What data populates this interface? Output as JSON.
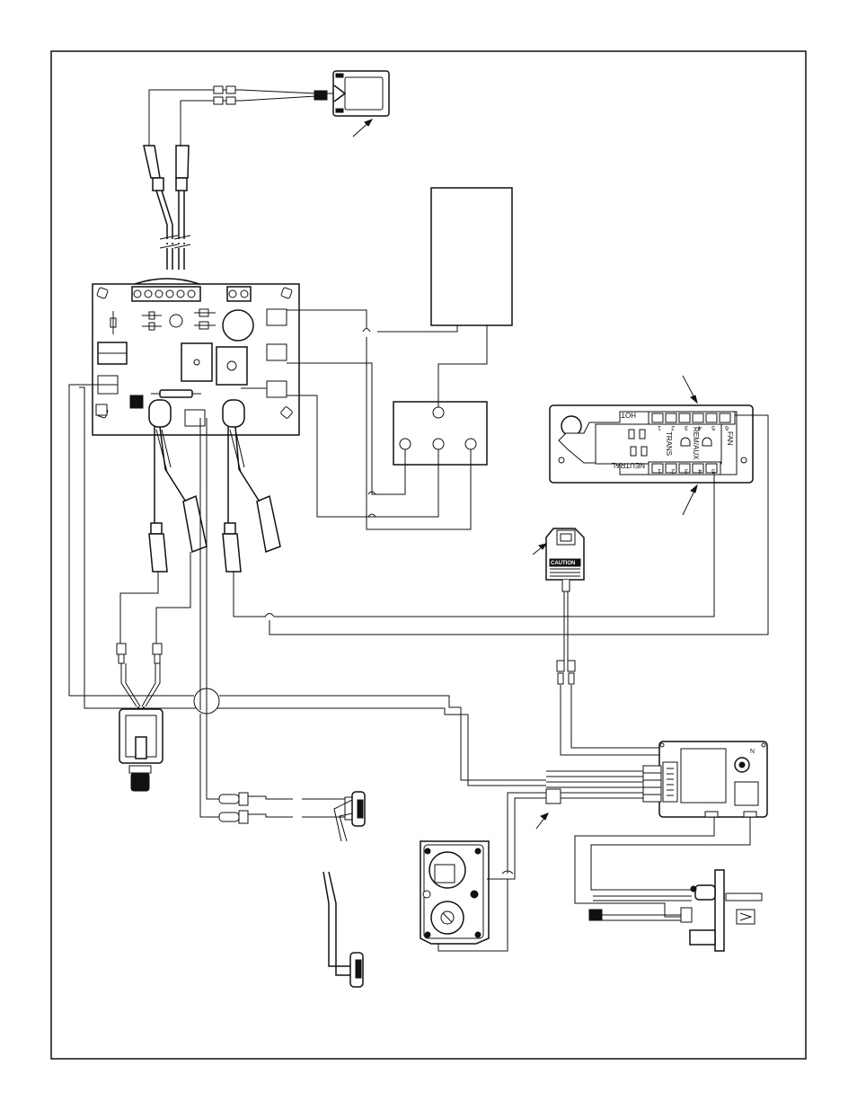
{
  "receptacle": {
    "hot_label": "HOT",
    "neutral_label": "NEUTRAL",
    "hot_terminals": [
      "1",
      "2",
      "3",
      "4",
      "5",
      "6"
    ],
    "neutral_terminals": [
      "1",
      "2",
      "3",
      "4",
      "5"
    ],
    "outlet_labels": [
      "TRANS",
      "REM/AUX",
      "FAN"
    ]
  },
  "transformer": {
    "caution_label": "CAUTION"
  },
  "ignition_module": {
    "corner_label": "N"
  },
  "colors": {
    "line": "#111111",
    "background": "#ffffff"
  }
}
